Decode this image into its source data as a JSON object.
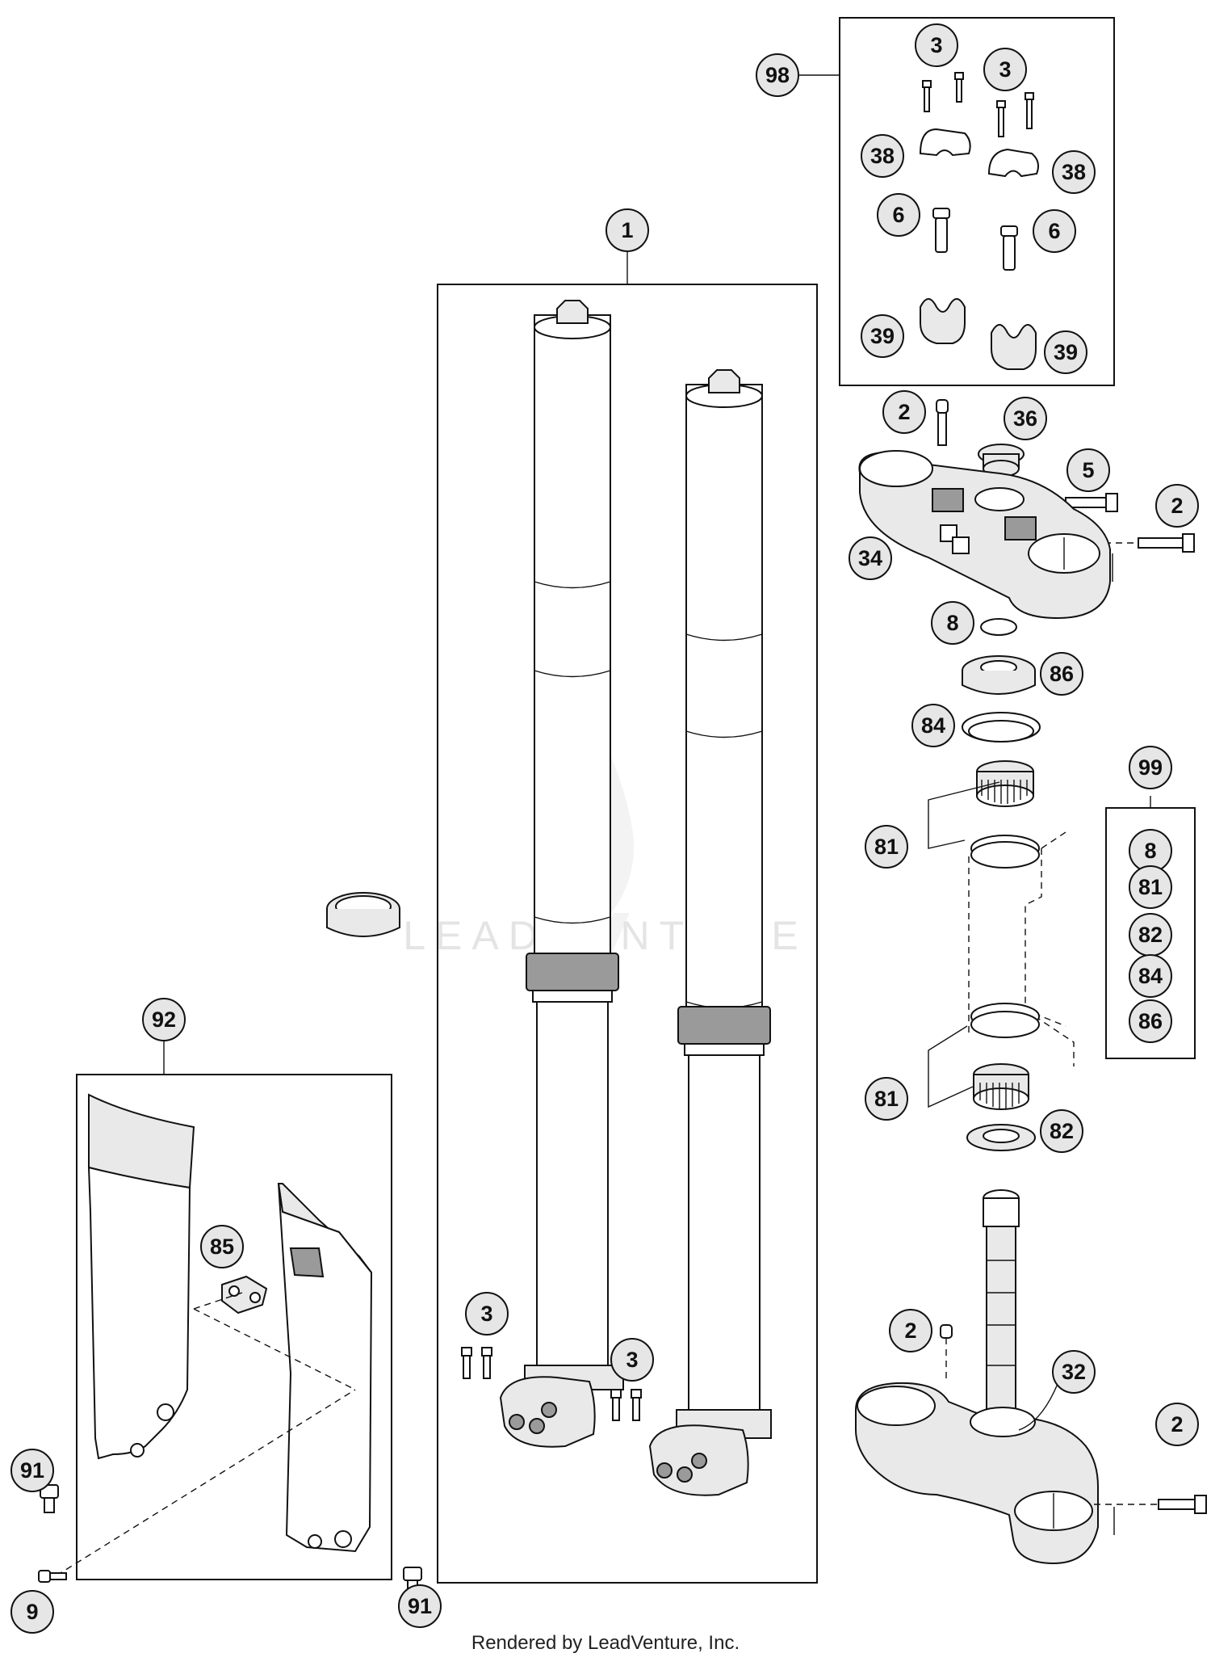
{
  "callouts": [
    {
      "id": "c1",
      "label": "1"
    },
    {
      "id": "c98",
      "label": "98"
    },
    {
      "id": "c3a",
      "label": "3"
    },
    {
      "id": "c3b",
      "label": "3"
    },
    {
      "id": "c38a",
      "label": "38"
    },
    {
      "id": "c38b",
      "label": "38"
    },
    {
      "id": "c6a",
      "label": "6"
    },
    {
      "id": "c6b",
      "label": "6"
    },
    {
      "id": "c39a",
      "label": "39"
    },
    {
      "id": "c39b",
      "label": "39"
    },
    {
      "id": "c2a",
      "label": "2"
    },
    {
      "id": "c36",
      "label": "36"
    },
    {
      "id": "c5",
      "label": "5"
    },
    {
      "id": "c2b",
      "label": "2"
    },
    {
      "id": "c34",
      "label": "34"
    },
    {
      "id": "c8",
      "label": "8"
    },
    {
      "id": "c86",
      "label": "86"
    },
    {
      "id": "c84",
      "label": "84"
    },
    {
      "id": "c99",
      "label": "99"
    },
    {
      "id": "c81a",
      "label": "81"
    },
    {
      "id": "k8",
      "label": "8"
    },
    {
      "id": "k81",
      "label": "81"
    },
    {
      "id": "k82",
      "label": "82"
    },
    {
      "id": "k84",
      "label": "84"
    },
    {
      "id": "k86",
      "label": "86"
    },
    {
      "id": "c81b",
      "label": "81"
    },
    {
      "id": "c82",
      "label": "82"
    },
    {
      "id": "c92",
      "label": "92"
    },
    {
      "id": "c85",
      "label": "85"
    },
    {
      "id": "c3c",
      "label": "3"
    },
    {
      "id": "c3d",
      "label": "3"
    },
    {
      "id": "c2c",
      "label": "2"
    },
    {
      "id": "c32",
      "label": "32"
    },
    {
      "id": "c2d",
      "label": "2"
    },
    {
      "id": "c91a",
      "label": "91"
    },
    {
      "id": "c9",
      "label": "9"
    },
    {
      "id": "c91b",
      "label": "91"
    }
  ],
  "watermark": "LEADVENTURE",
  "footer": "Rendered by LeadVenture, Inc."
}
